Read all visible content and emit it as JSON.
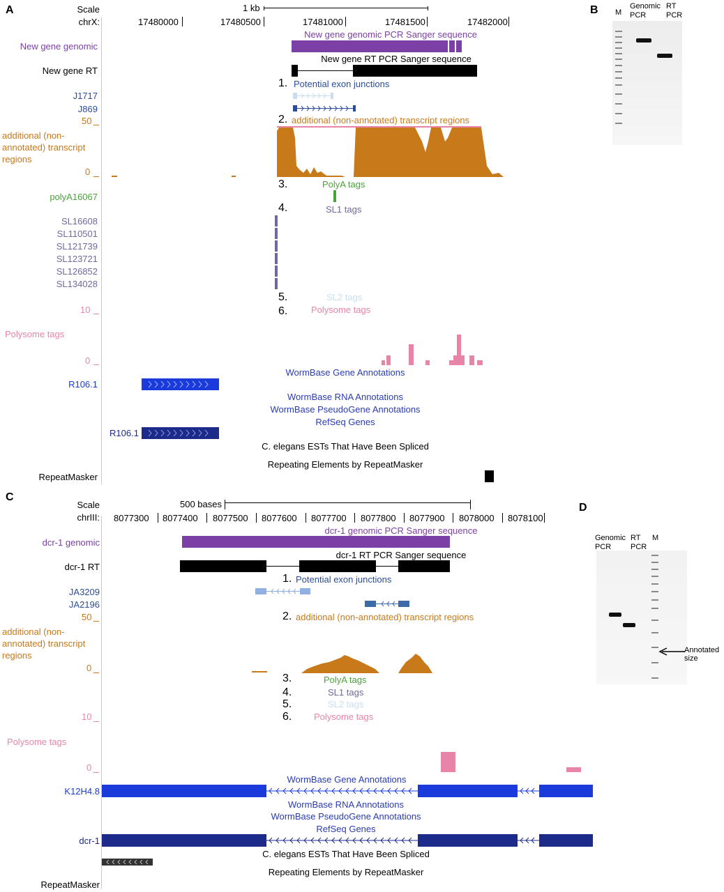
{
  "colors": {
    "purple": "#7b3fa6",
    "black": "#000000",
    "blue": "#2a4d9b",
    "light_blue": "#a9c6ec",
    "orange": "#c8791a",
    "green": "#4aa33a",
    "slate": "#6f6a9e",
    "pale_blue": "#c9dff2",
    "pink": "#e884a8",
    "bright_blue": "#1a3adb",
    "navy": "#1c2a8a",
    "gray": "#555555"
  },
  "panelA": {
    "letter": "A",
    "scale_label": "Scale",
    "chrom_label": "chrX:",
    "scale_bar": "1 kb",
    "ticks": [
      "17480000",
      "17480500",
      "17481000",
      "17481500",
      "17482000"
    ],
    "tracks": {
      "genomic_label": "New gene genomic",
      "genomic_title": "New gene genomic  PCR Sanger sequence",
      "rt_label": "New gene RT",
      "rt_title": "New gene RT  PCR Sanger sequence",
      "junction_labels": [
        "J1717",
        "J869"
      ],
      "transcript_scale_top": "50",
      "transcript_scale_bottom": "0",
      "transcript_label": "additional (non-\nannotated) transcript\nregions",
      "polya_label": "polyA16067",
      "sl1_labels": [
        "SL16608",
        "SL110501",
        "SL121739",
        "SL123721",
        "SL126852",
        "SL134028"
      ],
      "polysome_scale_top": "10",
      "polysome_label": "Polysome   tags",
      "polysome_scale_bottom": "0",
      "gene_label": "R106.1",
      "refseq_label": "R106.1",
      "repeat_label": "RepeatMasker"
    },
    "section_numbers": [
      "1.",
      "2.",
      "3.",
      "4.",
      "5.",
      "6."
    ],
    "section_titles": {
      "exon_junctions": "Potential exon junctions",
      "transcript": "additional (non-annotated) transcript regions",
      "polya": "PolyA tags",
      "sl1": "SL1 tags",
      "sl2": "SL2 tags",
      "polysome": "Polysome   tags",
      "wormbase_gene": "WormBase Gene Annotations",
      "wormbase_rna": "WormBase RNA Annotations",
      "wormbase_pseudo": "WormBase PseudoGene Annotations",
      "refseq": "RefSeq Genes",
      "ests": "C. elegans ESTs That Have Been Spliced",
      "repeats": "Repeating Elements by RepeatMasker"
    }
  },
  "panelB": {
    "letter": "B",
    "lanes": [
      "M",
      "Genomic\nPCR",
      "RT\nPCR"
    ]
  },
  "panelC": {
    "letter": "C",
    "scale_label": "Scale",
    "chrom_label": "chrIII:",
    "scale_bar": "500 bases",
    "ticks": [
      "8077300",
      "8077400",
      "8077500",
      "8077600",
      "8077700",
      "8077800",
      "8077900",
      "8078000",
      "8078100"
    ],
    "tracks": {
      "genomic_label": "dcr-1 genomic",
      "genomic_title": "dcr-1 genomic  PCR Sanger sequence",
      "rt_label": "dcr-1 RT",
      "rt_title": "dcr-1 RT  PCR Sanger sequence",
      "junction_labels": [
        "JA3209",
        "JA2196"
      ],
      "transcript_scale_top": "50",
      "transcript_scale_bottom": "0",
      "transcript_label": "additional (non-\nannotated) transcript\nregions",
      "polysome_scale_top": "10",
      "polysome_label": "Polysome   tags",
      "polysome_scale_bottom": "0",
      "gene_label": "K12H4.8",
      "refseq_label": "dcr-1",
      "repeat_label": "RepeatMasker"
    },
    "section_numbers": [
      "1.",
      "2.",
      "3.",
      "4.",
      "5.",
      "6."
    ],
    "section_titles": {
      "exon_junctions": "Potential exon junctions",
      "transcript": "additional (non-annotated) transcript regions",
      "polya": "PolyA tags",
      "sl1": "SL1 tags",
      "sl2": "SL2 tags",
      "polysome": "Polysome   tags",
      "wormbase_gene": "WormBase Gene Annotations",
      "wormbase_rna": "WormBase RNA Annotations",
      "wormbase_pseudo": "WormBase PseudoGene Annotations",
      "refseq": "RefSeq Genes",
      "ests": "C. elegans ESTs That Have Been Spliced",
      "repeats": "Repeating Elements by RepeatMasker"
    }
  },
  "panelD": {
    "letter": "D",
    "lanes": [
      "Genomic\nPCR",
      "RT\nPCR",
      "M"
    ],
    "annotation": "Annotated\nsize"
  }
}
